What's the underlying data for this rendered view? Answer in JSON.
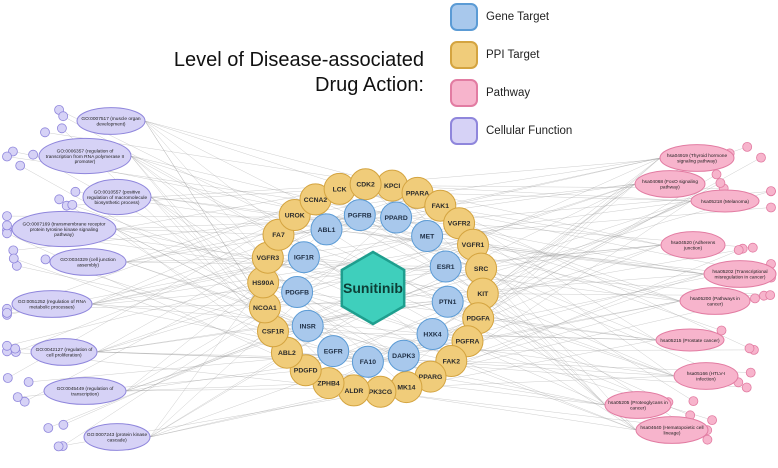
{
  "title": {
    "line1": "Level of Disease-associated",
    "line2": "Drug Action:"
  },
  "legend": [
    {
      "label": "Gene Target",
      "fill": "#a8c8ec",
      "stroke": "#5b9bd5"
    },
    {
      "label": "PPI Target",
      "fill": "#f0cc7a",
      "stroke": "#d4a440"
    },
    {
      "label": "Pathway",
      "fill": "#f7b4cc",
      "stroke": "#e27ca2"
    },
    {
      "label": "Cellular Function",
      "fill": "#d6d2f6",
      "stroke": "#8f86dc"
    }
  ],
  "center": {
    "label": "Sunitinib",
    "fill": "#3fcfbc",
    "stroke": "#1e9e8e"
  },
  "gene_targets": [
    "PGFRB",
    "PPARD",
    "MET",
    "ESR1",
    "PTN1",
    "HXK4",
    "DAPK3",
    "FA10",
    "EGFR",
    "INSR",
    "PDGFB",
    "IGF1R",
    "ABL1"
  ],
  "ppi_targets": [
    "KPCI",
    "PPARA",
    "FAK1",
    "VGFR2",
    "VGFR1",
    "SRC",
    "KIT",
    "PDGFA",
    "PGFRA",
    "FAK2",
    "PPARG",
    "MK14",
    "PK3CG",
    "ALDR",
    "ZPHB4",
    "PDGFD",
    "ABL2",
    "CSF1R",
    "NCOA1",
    "HS90A",
    "VGFR3",
    "FA7",
    "UROK",
    "CCNA2",
    "LCK",
    "CDK2"
  ],
  "cellular_functions": [
    "GO:0007517 (muscle organ development)",
    "GO:0006357 (regulation of transcription from RNA polymerase II promoter)",
    "GO:0010557 (positive regulation of macromolecule biosynthetic process)",
    "GO:0007169 (transmembrane receptor protein tyrosine kinase signaling pathway)",
    "GO:0034329 (cell junction assembly)",
    "GO:0051252 (regulation of RNA metabolic processes)",
    "GO:0042127 (regulation of cell proliferation)",
    "GO:0045449 (regulation of transcription)",
    "GO:0007243 (protein kinase cascade)"
  ],
  "pathways": [
    "hsa04919 (Thyroid hormone signaling pathway)",
    "hsa04068 (FoxO signaling pathway)",
    "hsa05218 (Melanoma)",
    "hsa04520 (Adherens junction)",
    "hsa05202 (Transcriptional misregulation in cancer)",
    "hsa05200 (Pathways in cancer)",
    "hsa05215 (Prostate cancer)",
    "hsa05166 (HTLV-I infection)",
    "hsa05205 (Proteoglycans in cancer)",
    "hsa04640 (Hematopoietic cell lineage)"
  ]
}
